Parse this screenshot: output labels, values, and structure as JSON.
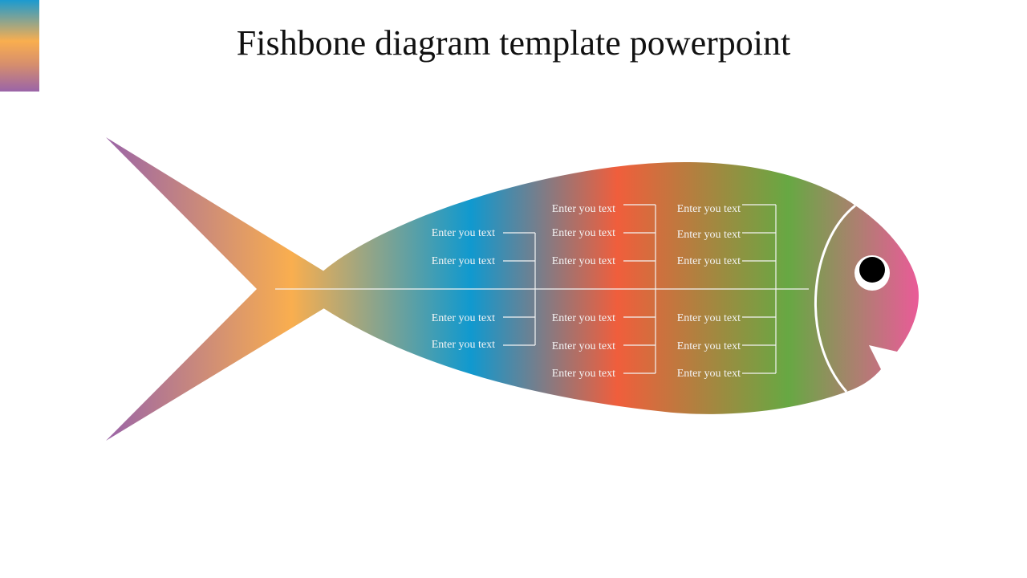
{
  "title": "Fishbone diagram template powerpoint",
  "colors": {
    "purple": "#9a64a8",
    "orange": "#f9ae4f",
    "blue": "#1099cf",
    "red": "#f05e3c",
    "green": "#67a843",
    "pink": "#ea5b98"
  },
  "branches": {
    "col1": [
      "Enter you text",
      "Enter you text",
      "Enter you text",
      "Enter you text"
    ],
    "col2": [
      "Enter you text",
      "Enter you text",
      "Enter you text",
      "Enter you text",
      "Enter you text",
      "Enter you text"
    ],
    "col3": [
      "Enter you text",
      "Enter you text",
      "Enter you text",
      "Enter you text",
      "Enter you text",
      "Enter you text"
    ]
  }
}
